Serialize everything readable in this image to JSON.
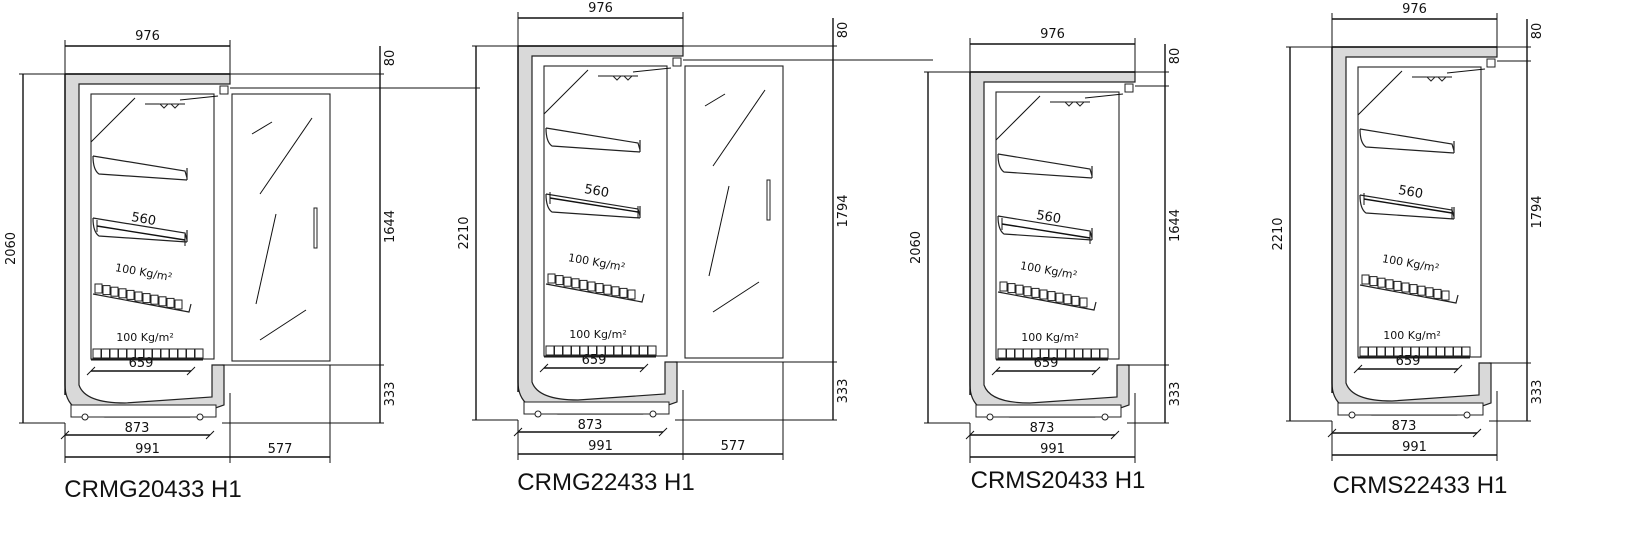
{
  "diagram_data": {
    "units": [
      {
        "id": "CRMG20433",
        "model": "CRMG20433 H1",
        "has_door": true,
        "tall": false,
        "dims": {
          "width_top": "976",
          "height_total": "2060",
          "top_gap": "80",
          "front_height": "1644",
          "base_height": "333",
          "shelf_depth": "560",
          "bottom_depth": "659",
          "base_depth": "873",
          "total_depth": "991",
          "door_swing": "577"
        },
        "loads": [
          "100 Kg/m²",
          "100 Kg/m²"
        ]
      },
      {
        "id": "CRMG22433",
        "model": "CRMG22433 H1",
        "has_door": true,
        "tall": true,
        "dims": {
          "width_top": "976",
          "height_total": "2210",
          "top_gap": "80",
          "front_height": "1794",
          "base_height": "333",
          "shelf_depth": "560",
          "bottom_depth": "659",
          "base_depth": "873",
          "total_depth": "991",
          "door_swing": "577"
        },
        "loads": [
          "100 Kg/m²",
          "100 Kg/m²"
        ]
      },
      {
        "id": "CRMS20433",
        "model": "CRMS20433 H1",
        "has_door": false,
        "tall": false,
        "dims": {
          "width_top": "976",
          "height_total": "2060",
          "top_gap": "80",
          "front_height": "1644",
          "base_height": "333",
          "shelf_depth": "560",
          "bottom_depth": "659",
          "base_depth": "873",
          "total_depth": "991"
        },
        "loads": [
          "100 Kg/m²",
          "100 Kg/m²"
        ]
      },
      {
        "id": "CRMS22433",
        "model": "CRMS22433 H1",
        "has_door": false,
        "tall": true,
        "dims": {
          "width_top": "976",
          "height_total": "2210",
          "top_gap": "80",
          "front_height": "1794",
          "base_height": "333",
          "shelf_depth": "560",
          "bottom_depth": "659",
          "base_depth": "873",
          "total_depth": "991"
        },
        "loads": [
          "100 Kg/m²",
          "100 Kg/m²"
        ]
      }
    ]
  }
}
